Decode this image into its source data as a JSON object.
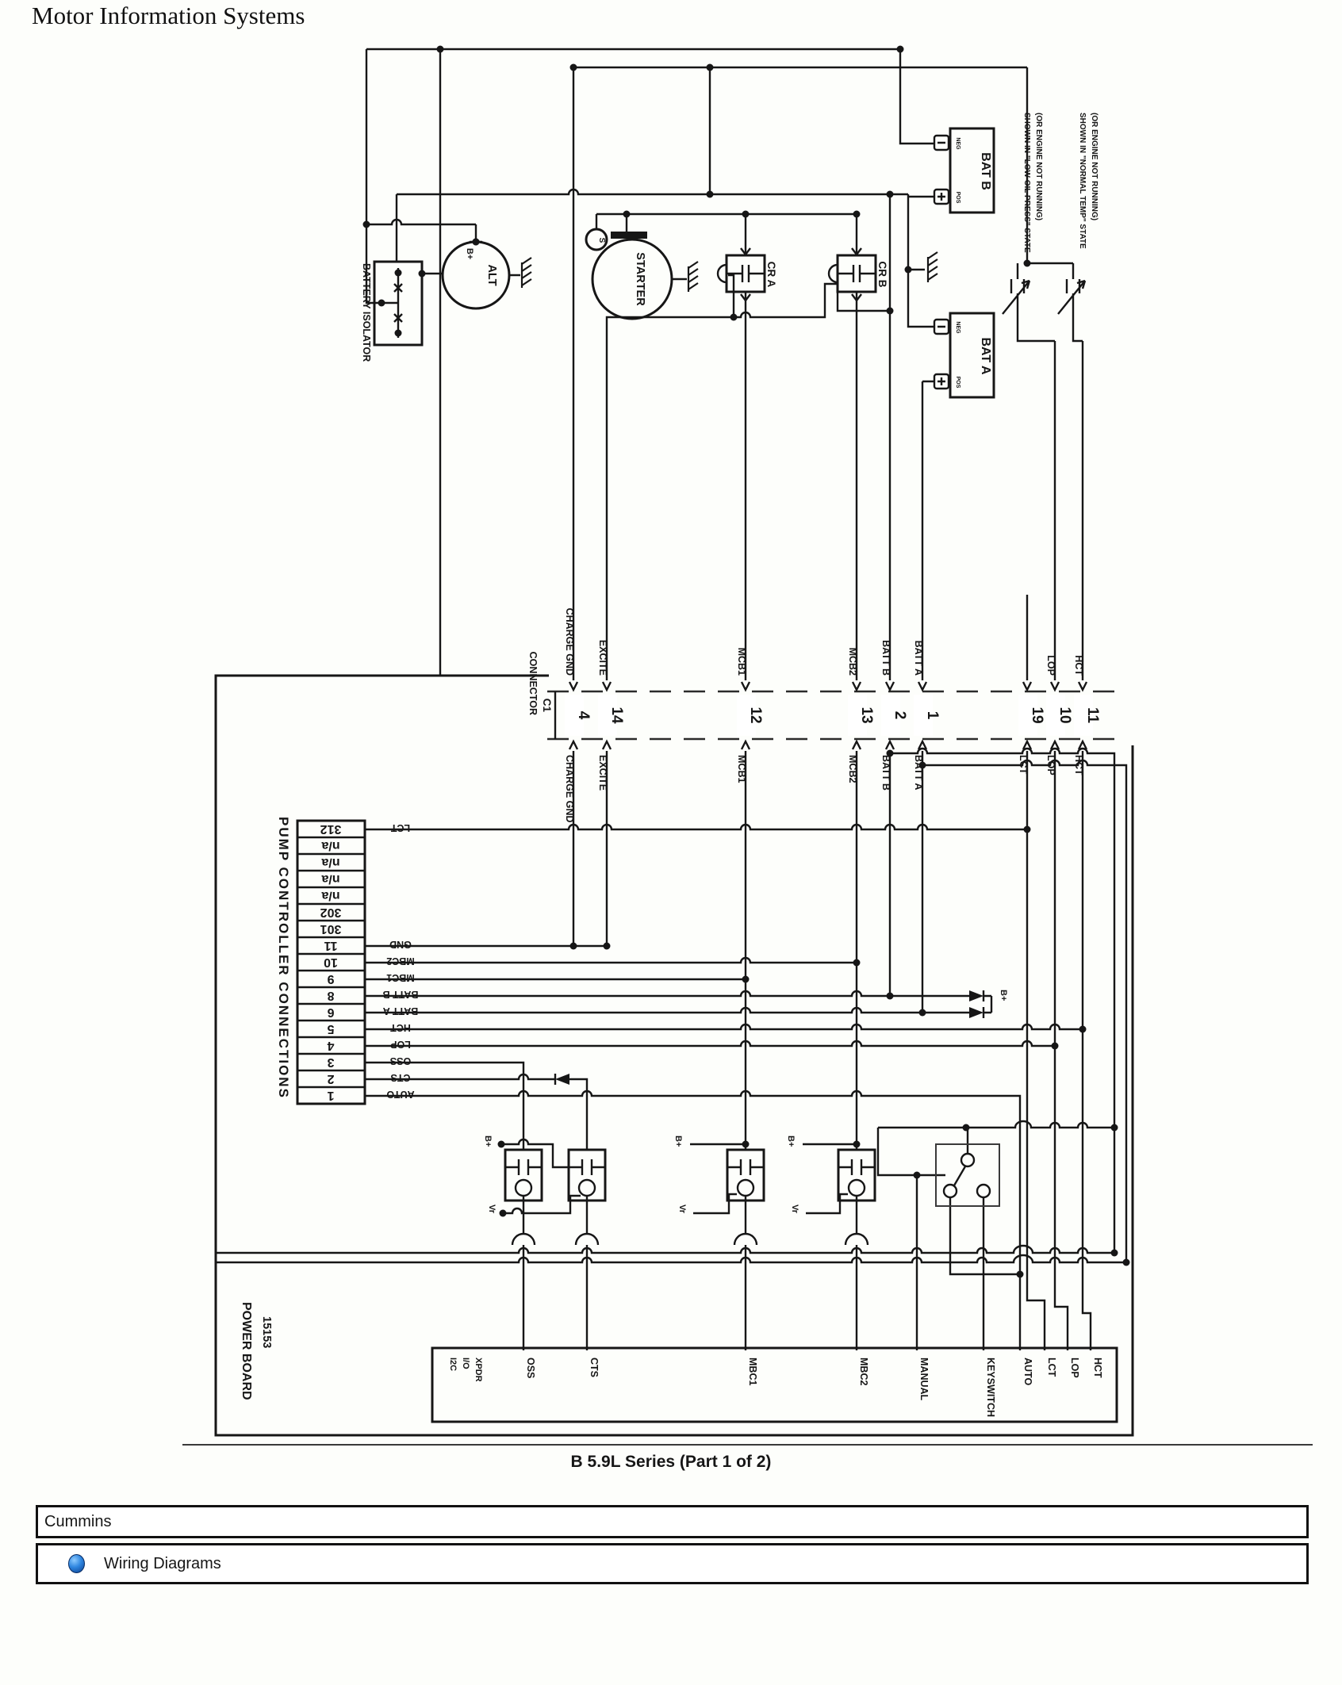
{
  "page": {
    "title": "Motor Information Systems",
    "caption": "B 5.9L Series (Part 1 of 2)"
  },
  "footer": {
    "line1": "Cummins",
    "line2": "Wiring Diagrams"
  },
  "components": {
    "battery_isolator": "BATTERY ISOLATOR",
    "alt": "ALT",
    "b_plus": "B+",
    "vr": "Vr",
    "starter": "STARTER",
    "starter_solenoid": "S",
    "cr_a": "CR A",
    "cr_b": "CR B",
    "bat_a": "BAT A",
    "bat_b": "BAT B",
    "neg": "NEG",
    "pos": "POS",
    "power_board_line1": "POWER BOARD",
    "power_board_line2": "15153",
    "xpdr_line1": "I2C",
    "xpdr_line2": "I/O",
    "xpdr_line3": "XPDR"
  },
  "notes": {
    "note1_line1": "SHOWN IN \"LOW OIL PRESS\" STATE",
    "note1_line2": "(OR ENGINE NOT RUNNING)",
    "note2_line1": "SHOWN IN \"NORMAL TEMP\" STATE",
    "note2_line2": "(OR ENGINE NOT RUNNING)"
  },
  "connector": {
    "label_line1": "CONNECTOR",
    "label_line2": "C1",
    "pins": [
      {
        "num": "4",
        "above": "CHARGE GND",
        "below": "CHARGE GND"
      },
      {
        "num": "14",
        "above": "EXCITE",
        "below": "EXCITE"
      },
      {
        "num": "12",
        "above": "MCB1",
        "below": "MCB1"
      },
      {
        "num": "13",
        "above": "MCB2",
        "below": "MCB2"
      },
      {
        "num": "2",
        "above": "BATT B",
        "below": "BATT B"
      },
      {
        "num": "1",
        "above": "BATT A",
        "below": "BATT A"
      },
      {
        "num": "19",
        "above": "",
        "below": "LCT"
      },
      {
        "num": "10",
        "above": "LOP",
        "below": "LOP"
      },
      {
        "num": "11",
        "above": "HCT",
        "below": "HCT"
      }
    ]
  },
  "pump_table": {
    "title": "PUMP CONTROLLER CONNECTIONS",
    "rows": [
      {
        "pin": "312",
        "label": "LCT"
      },
      {
        "pin": "n/a",
        "label": ""
      },
      {
        "pin": "n/a",
        "label": ""
      },
      {
        "pin": "n/a",
        "label": ""
      },
      {
        "pin": "n/a",
        "label": ""
      },
      {
        "pin": "302",
        "label": ""
      },
      {
        "pin": "301",
        "label": ""
      },
      {
        "pin": "11",
        "label": "GND"
      },
      {
        "pin": "10",
        "label": "MBC2"
      },
      {
        "pin": "9",
        "label": "MBC1"
      },
      {
        "pin": "8",
        "label": "BATT B"
      },
      {
        "pin": "6",
        "label": "BATT A"
      },
      {
        "pin": "5",
        "label": "HCT"
      },
      {
        "pin": "4",
        "label": "LOP"
      },
      {
        "pin": "3",
        "label": "OSS"
      },
      {
        "pin": "2",
        "label": "CTS"
      },
      {
        "pin": "1",
        "label": "AUTO"
      }
    ]
  },
  "board": {
    "signals": [
      "OSS",
      "CTS",
      "MBC1",
      "MBC2",
      "MANUAL",
      "KEYSWITCH",
      "AUTO",
      "LCT",
      "LOP",
      "HCT"
    ]
  }
}
